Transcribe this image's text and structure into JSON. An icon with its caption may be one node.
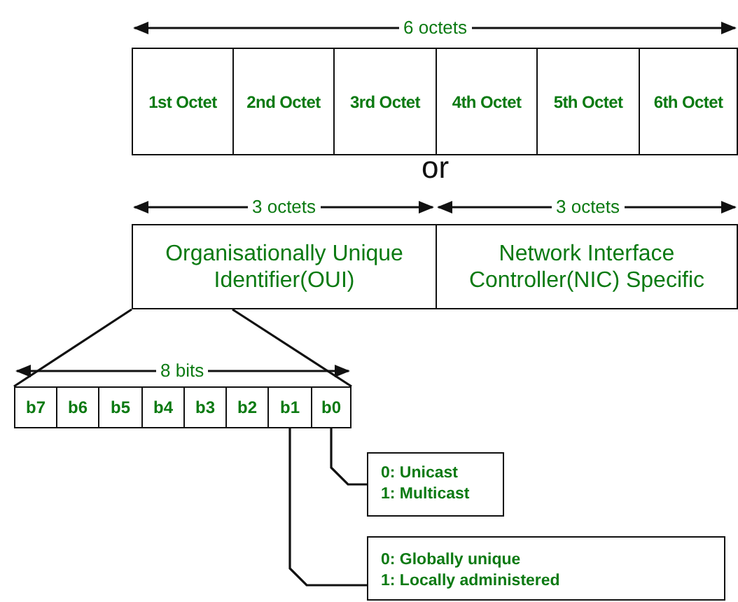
{
  "diagram": {
    "nodes": [
      {
        "text": [
          "1st Octet"
        ]
      },
      {
        "text": [
          "2nd Octet"
        ]
      },
      {
        "text": [
          "3rd Octet"
        ]
      },
      {
        "text": [
          "4th Octet"
        ]
      },
      {
        "text": [
          "5th Octet"
        ]
      },
      {
        "text": [
          "6th Octet"
        ]
      },
      {
        "text": [
          "Organisationally Unique Identifier(OUI)"
        ]
      },
      {
        "text": [
          "Network Interface Controller(NIC) Specific"
        ]
      },
      {
        "text": [
          "b7"
        ]
      },
      {
        "text": [
          "b6"
        ]
      },
      {
        "text": [
          "b5"
        ]
      },
      {
        "text": [
          "b4"
        ]
      },
      {
        "text": [
          "b3"
        ]
      },
      {
        "text": [
          "b2"
        ]
      },
      {
        "text": [
          "b1"
        ]
      },
      {
        "text": [
          "b0"
        ]
      },
      {
        "text": [
          "0: Unicast",
          "1: Multicast"
        ]
      },
      {
        "text": [
          "0: Globally unique",
          "1: Locally administered"
        ]
      }
    ],
    "edges": [
      {
        "from": 6,
        "to": 8,
        "arrow": "none"
      },
      {
        "from": 6,
        "to": 15,
        "arrow": "none"
      },
      {
        "from": 15,
        "to": 16,
        "arrow": "none"
      },
      {
        "from": 14,
        "to": 17,
        "arrow": "none"
      }
    ],
    "labels": [
      "6 octets",
      "or",
      "3 octets",
      "3 octets",
      "8 bits"
    ]
  }
}
